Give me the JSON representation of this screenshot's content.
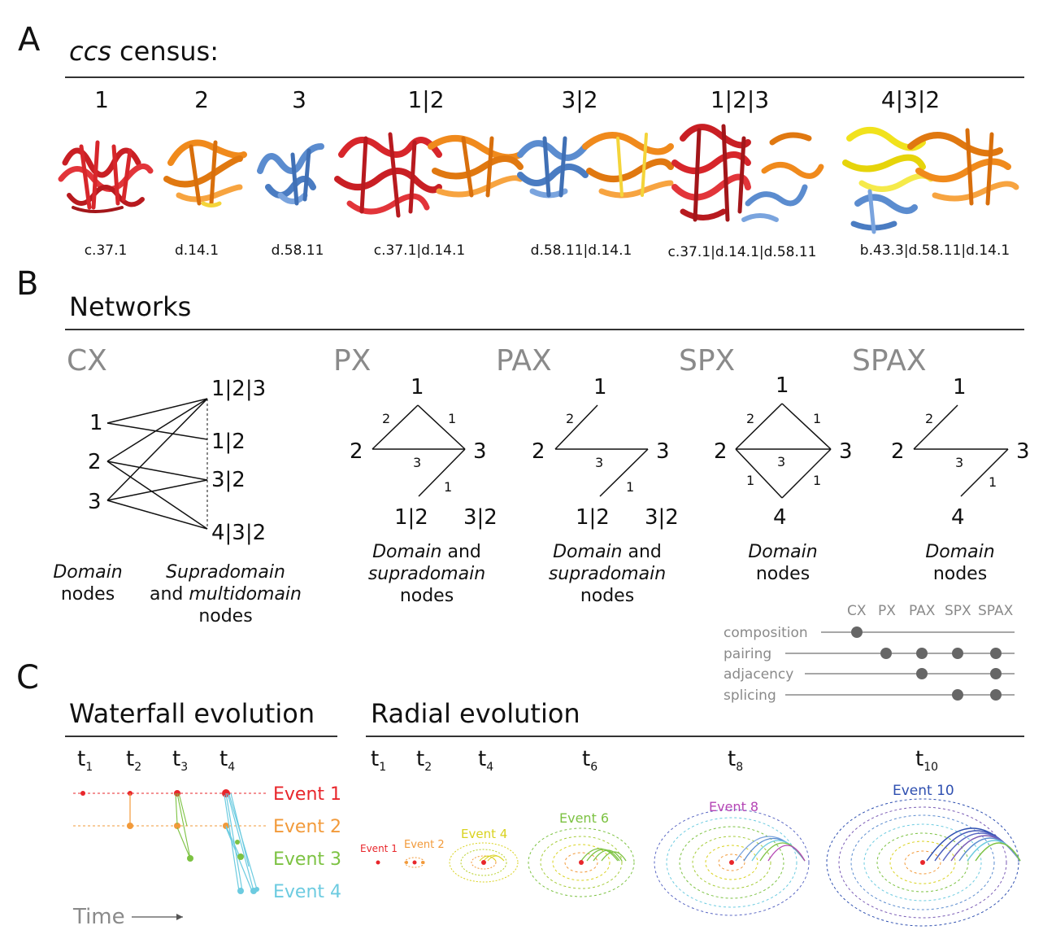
{
  "panelA": {
    "letter": "A",
    "title_italic": "ccs",
    "title_rest": " census:",
    "columns": [
      {
        "label": "1",
        "scop": "c.37.1"
      },
      {
        "label": "2",
        "scop": "d.14.1"
      },
      {
        "label": "3",
        "scop": "d.58.11"
      },
      {
        "label": "1|2",
        "scop": "c.37.1|d.14.1"
      },
      {
        "label": "3|2",
        "scop": "d.58.11|d.14.1"
      },
      {
        "label": "1|2|3",
        "scop": "c.37.1|d.14.1|d.58.11"
      },
      {
        "label": "4|3|2",
        "scop": "b.43.3|d.58.11|d.14.1"
      }
    ],
    "colors": {
      "domain1": "#d7262b",
      "domain2": "#f08a1c",
      "domain3": "#5b8ccf",
      "domain4": "#f1e21c"
    }
  },
  "panelB": {
    "letter": "B",
    "title": "Networks",
    "networks": [
      {
        "name": "CX"
      },
      {
        "name": "PX"
      },
      {
        "name": "PAX"
      },
      {
        "name": "SPX"
      },
      {
        "name": "SPAX"
      }
    ],
    "cx": {
      "left_nodes": [
        "1",
        "2",
        "3"
      ],
      "right_nodes": [
        "1|2|3",
        "1|2",
        "3|2",
        "4|3|2"
      ],
      "caption_left": {
        "italic": "Domain",
        "rest": "nodes"
      },
      "caption_right": {
        "italic1": "Supradomain",
        "plain": "and",
        "italic2": "multidomain",
        "rest": "nodes"
      }
    },
    "px": {
      "nodes": [
        "1",
        "2",
        "3",
        "1|2",
        "3|2"
      ],
      "edges": [
        "2",
        "1",
        "3",
        "1"
      ]
    },
    "pax": {
      "nodes": [
        "1",
        "2",
        "3",
        "1|2",
        "3|2"
      ],
      "edges": [
        "2",
        "3",
        "1"
      ]
    },
    "spx": {
      "nodes": [
        "1",
        "2",
        "3",
        "4"
      ],
      "edges": [
        "2",
        "1",
        "3",
        "1",
        "1"
      ]
    },
    "spax": {
      "nodes": [
        "1",
        "2",
        "3",
        "4"
      ],
      "edges": [
        "2",
        "3",
        "1"
      ]
    },
    "caption_ds": {
      "italic": "Domain",
      "plain": " and",
      "italic2": "supradomain",
      "rest": "nodes"
    },
    "caption_d": {
      "italic": "Domain",
      "rest": "nodes"
    },
    "matrix": {
      "columns": [
        "CX",
        "PX",
        "PAX",
        "SPX",
        "SPAX"
      ],
      "rows": [
        {
          "label": "composition",
          "marks": [
            true,
            false,
            false,
            false,
            false
          ]
        },
        {
          "label": "pairing",
          "marks": [
            false,
            true,
            true,
            true,
            true
          ]
        },
        {
          "label": "adjacency",
          "marks": [
            false,
            false,
            true,
            false,
            true
          ]
        },
        {
          "label": "splicing",
          "marks": [
            false,
            false,
            false,
            true,
            true
          ]
        }
      ]
    }
  },
  "panelC": {
    "letter": "C",
    "waterfall": {
      "title": "Waterfall evolution",
      "times": [
        {
          "t": "t",
          "sub": "1"
        },
        {
          "t": "t",
          "sub": "2"
        },
        {
          "t": "t",
          "sub": "3"
        },
        {
          "t": "t",
          "sub": "4"
        }
      ],
      "events": [
        {
          "label": "Event 1",
          "color": "#e8262b"
        },
        {
          "label": "Event 2",
          "color": "#f29a3a"
        },
        {
          "label": "Event 3",
          "color": "#7cc242"
        },
        {
          "label": "Event 4",
          "color": "#6ccbe0"
        }
      ],
      "axis_label": "Time"
    },
    "radial": {
      "title": "Radial evolution",
      "times": [
        {
          "t": "t",
          "sub": "1"
        },
        {
          "t": "t",
          "sub": "2"
        },
        {
          "t": "t",
          "sub": "4"
        },
        {
          "t": "t",
          "sub": "6"
        },
        {
          "t": "t",
          "sub": "8"
        },
        {
          "t": "t",
          "sub": "10"
        }
      ],
      "events": [
        {
          "label": "Event 1",
          "color": "#e8262b"
        },
        {
          "label": "Event 2",
          "color": "#f29a3a"
        },
        {
          "label": "Event 4",
          "color": "#d9d21e"
        },
        {
          "label": "Event 6",
          "color": "#7cc242"
        },
        {
          "label": "Event 8",
          "color": "#b545b5"
        },
        {
          "label": "Event 10",
          "color": "#2e4fb0"
        }
      ]
    }
  }
}
